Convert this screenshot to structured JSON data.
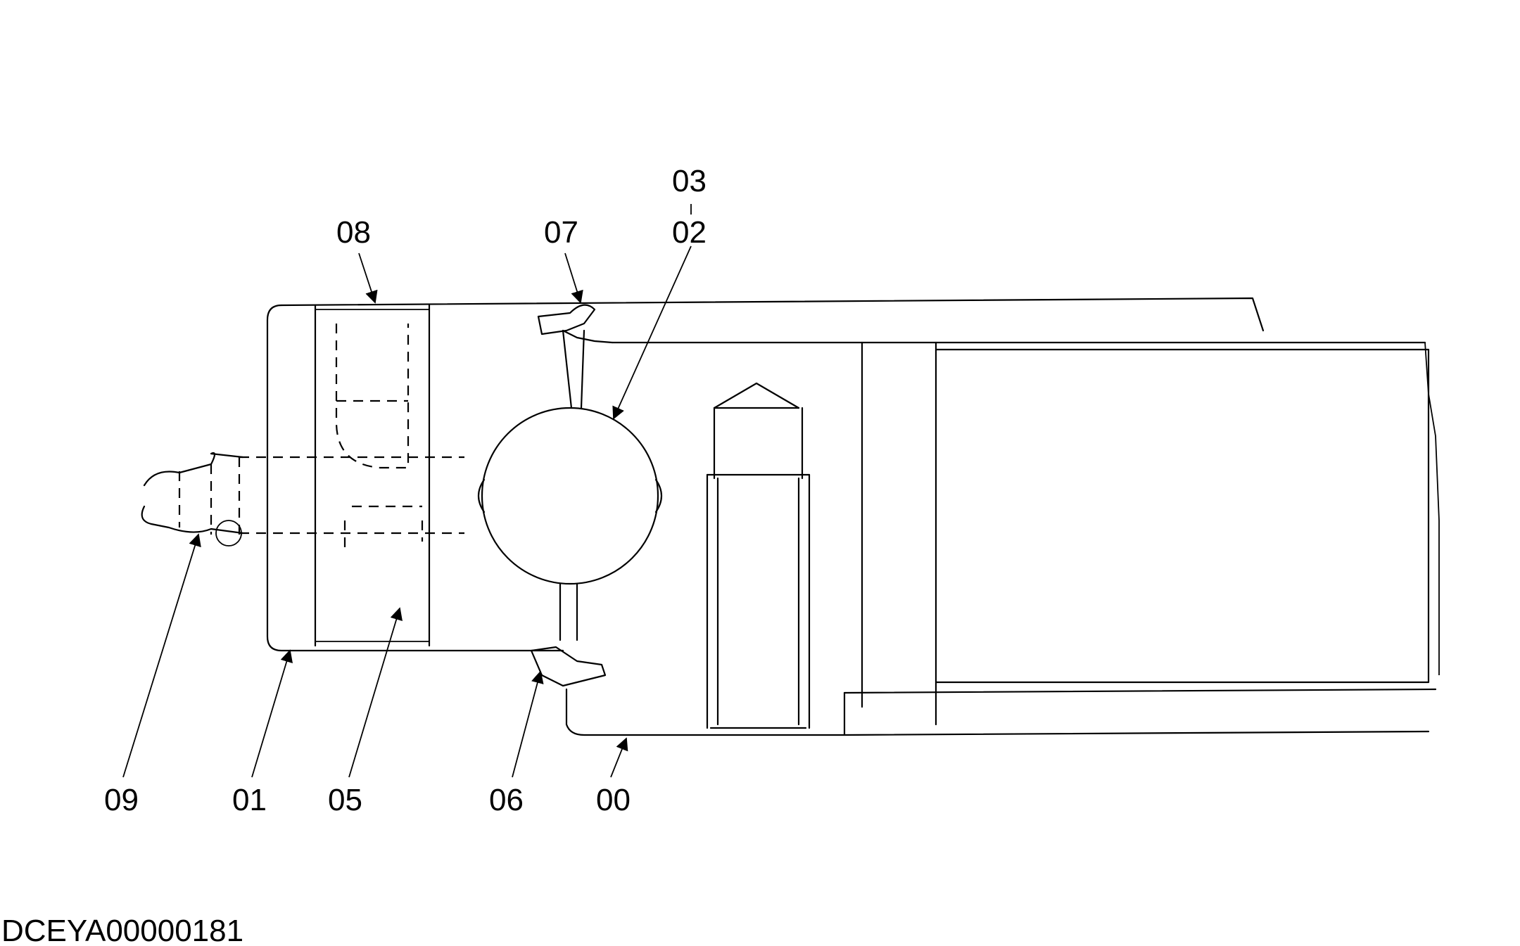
{
  "drawing_code": "DCEYA00000181",
  "callouts": {
    "c00": "00",
    "c01": "01",
    "c02": "02",
    "c03": "03",
    "c05": "05",
    "c06": "06",
    "c07": "07",
    "c08": "08",
    "c09": "09"
  },
  "colors": {
    "line": "#000000",
    "background": "#ffffff"
  }
}
